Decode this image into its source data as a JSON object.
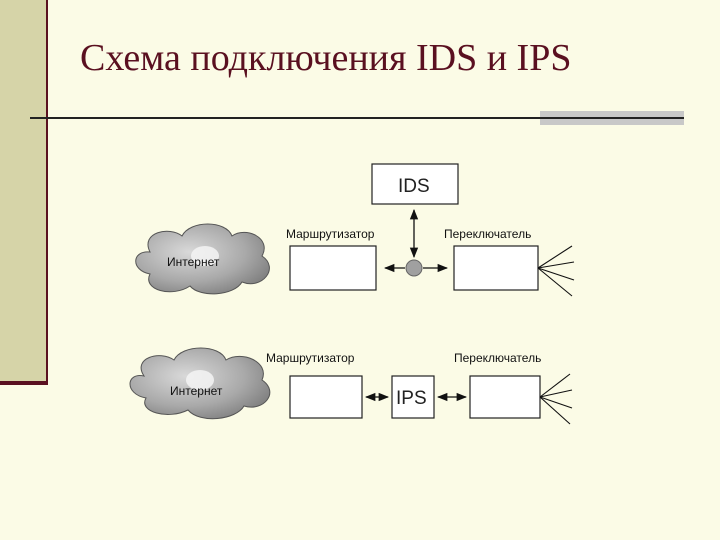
{
  "title": "Схема подключения IDS и IPS",
  "diagram": {
    "ids_label": "IDS",
    "ips_label": "IPS",
    "top": {
      "internet_label": "Интернет",
      "router_label": "Маршрутизатор",
      "switch_label": "Переключатель"
    },
    "bottom": {
      "internet_label": "Интернет",
      "router_label": "Маршрутизатор",
      "switch_label": "Переключатель"
    }
  },
  "colors": {
    "background": "#fbfbe6",
    "title": "#5a1020",
    "side_bar": "#d6d4a8",
    "cloud": "#9a9a9a"
  }
}
